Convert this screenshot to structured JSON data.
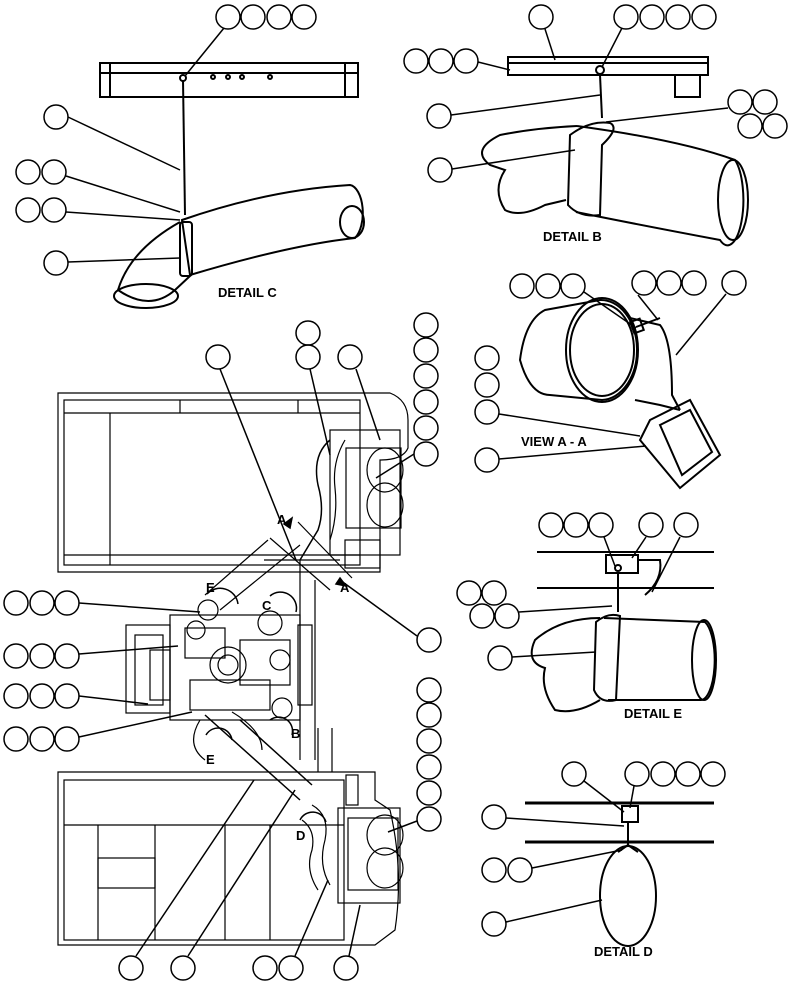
{
  "labels": {
    "detail_c": "DETAIL C",
    "detail_b": "DETAIL B",
    "view_aa": "VIEW A - A",
    "detail_e": "DETAIL E",
    "detail_d": "DETAIL D"
  },
  "view_letters": {
    "a1": "A",
    "a2": "A",
    "c": "C",
    "e1": "E",
    "e2": "E",
    "b": "B",
    "d": "D"
  }
}
